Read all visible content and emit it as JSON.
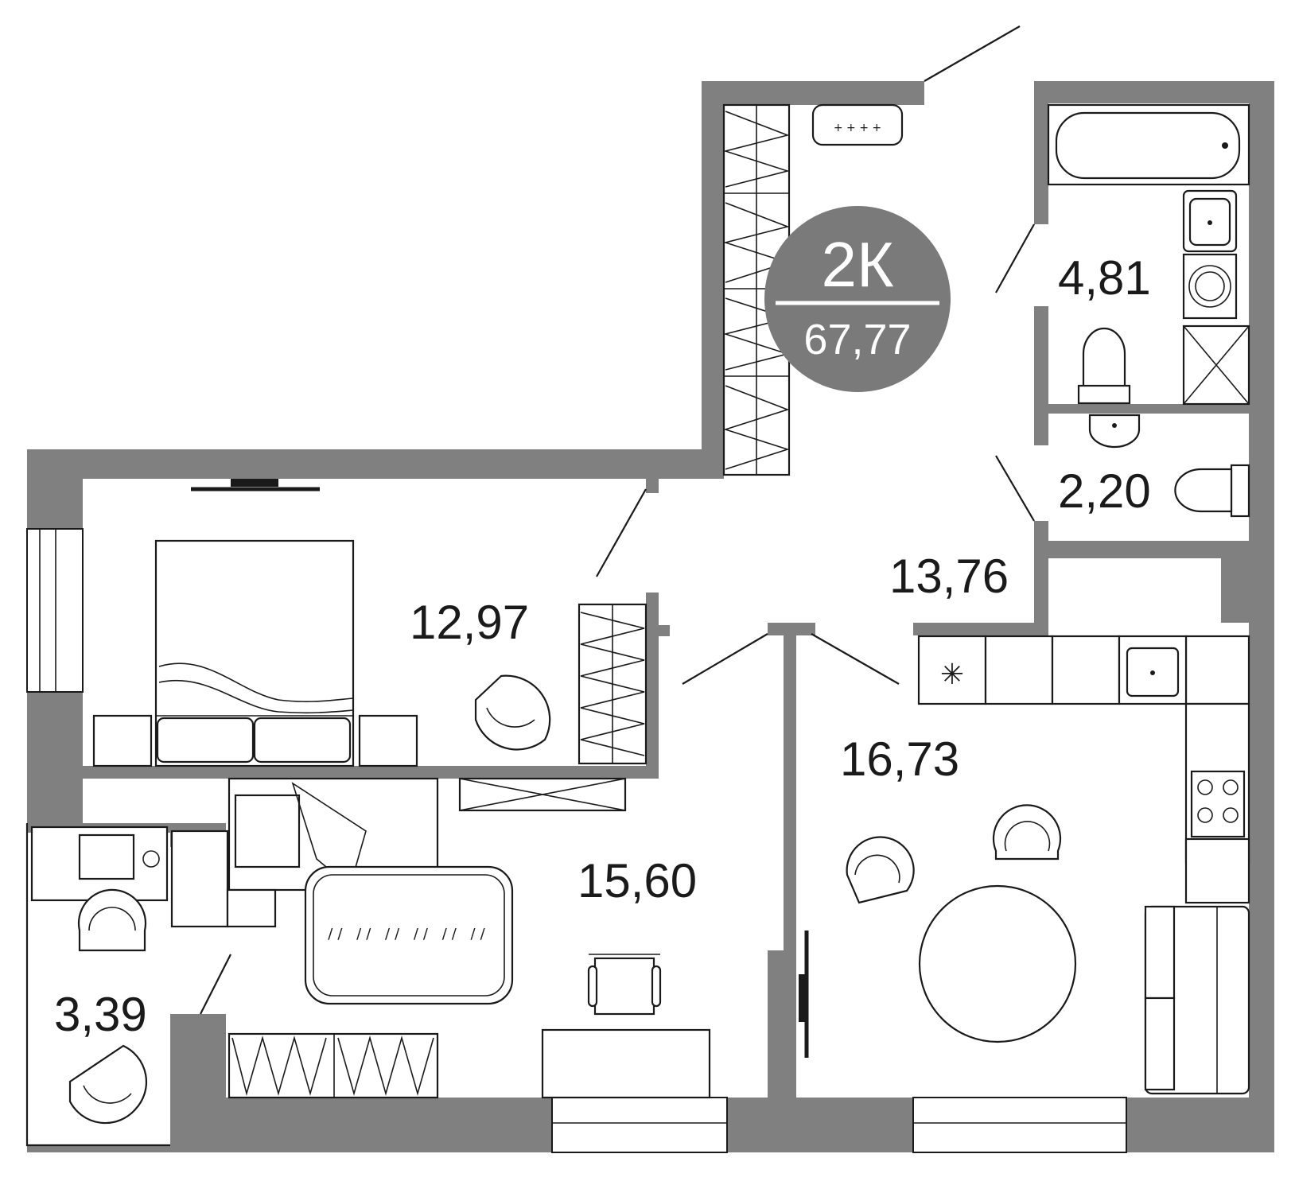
{
  "colors": {
    "wall": "#808080",
    "badge": "#7a7a7a",
    "line": "#1a1a1a",
    "background": "#ffffff"
  },
  "badge": {
    "type": "2К",
    "total_area": "67,77"
  },
  "rooms": {
    "bedroom": {
      "area": "12,97"
    },
    "hall": {
      "area": "13,76"
    },
    "bathroom": {
      "area": "4,81"
    },
    "toilet": {
      "area": "2,20"
    },
    "living_room": {
      "area": "15,60"
    },
    "kitchen": {
      "area": "16,73"
    },
    "study": {
      "area": "3,39"
    }
  },
  "icons": [
    "bed-icon",
    "armchair-icon",
    "wardrobe-icon",
    "bathtub-icon",
    "sink-icon",
    "washing-machine-icon",
    "toilet-icon",
    "shower-icon",
    "kitchen-sink-icon",
    "stove-icon",
    "fridge-icon",
    "dining-table-icon",
    "chair-icon",
    "sofa-icon",
    "tv-icon",
    "desk-icon",
    "rug-icon"
  ]
}
